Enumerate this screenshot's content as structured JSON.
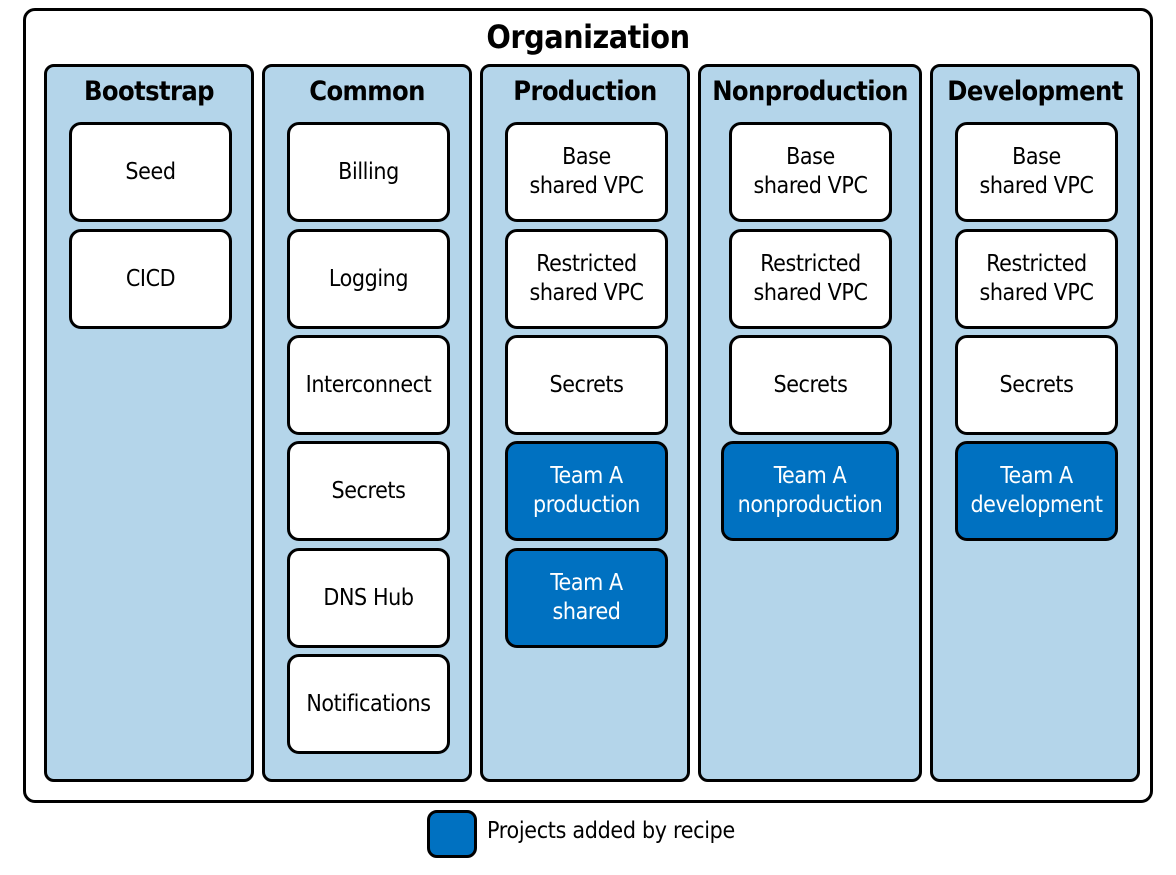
{
  "organization": {
    "title": "Organization"
  },
  "folders": [
    {
      "title": "Bootstrap",
      "projects": [
        {
          "label": "Seed",
          "added_by_recipe": false
        },
        {
          "label": "CICD",
          "added_by_recipe": false
        }
      ]
    },
    {
      "title": "Common",
      "projects": [
        {
          "label": "Billing",
          "added_by_recipe": false
        },
        {
          "label": "Logging",
          "added_by_recipe": false
        },
        {
          "label": "Interconnect",
          "added_by_recipe": false
        },
        {
          "label": "Secrets",
          "added_by_recipe": false
        },
        {
          "label": "DNS Hub",
          "added_by_recipe": false
        },
        {
          "label": "Notifications",
          "added_by_recipe": false
        }
      ]
    },
    {
      "title": "Production",
      "projects": [
        {
          "label": "Base\nshared VPC",
          "added_by_recipe": false
        },
        {
          "label": "Restricted\nshared VPC",
          "added_by_recipe": false
        },
        {
          "label": "Secrets",
          "added_by_recipe": false
        },
        {
          "label": "Team A\nproduction",
          "added_by_recipe": true
        },
        {
          "label": "Team A\nshared",
          "added_by_recipe": true
        }
      ]
    },
    {
      "title": "Nonproduction",
      "projects": [
        {
          "label": "Base\nshared VPC",
          "added_by_recipe": false
        },
        {
          "label": "Restricted\nshared VPC",
          "added_by_recipe": false
        },
        {
          "label": "Secrets",
          "added_by_recipe": false
        },
        {
          "label": "Team A\nnonproduction",
          "added_by_recipe": true
        }
      ]
    },
    {
      "title": "Development",
      "projects": [
        {
          "label": "Base\nshared VPC",
          "added_by_recipe": false
        },
        {
          "label": "Restricted\nshared VPC",
          "added_by_recipe": false
        },
        {
          "label": "Secrets",
          "added_by_recipe": false
        },
        {
          "label": "Team A\ndevelopment",
          "added_by_recipe": true
        }
      ]
    }
  ],
  "legend": {
    "label": "Projects added by recipe",
    "color": "#0071c1"
  },
  "colors": {
    "folder_fill": "#b4d5ea",
    "project_fill": "#ffffff",
    "recipe_fill": "#0071c1",
    "outline": "#000000"
  }
}
